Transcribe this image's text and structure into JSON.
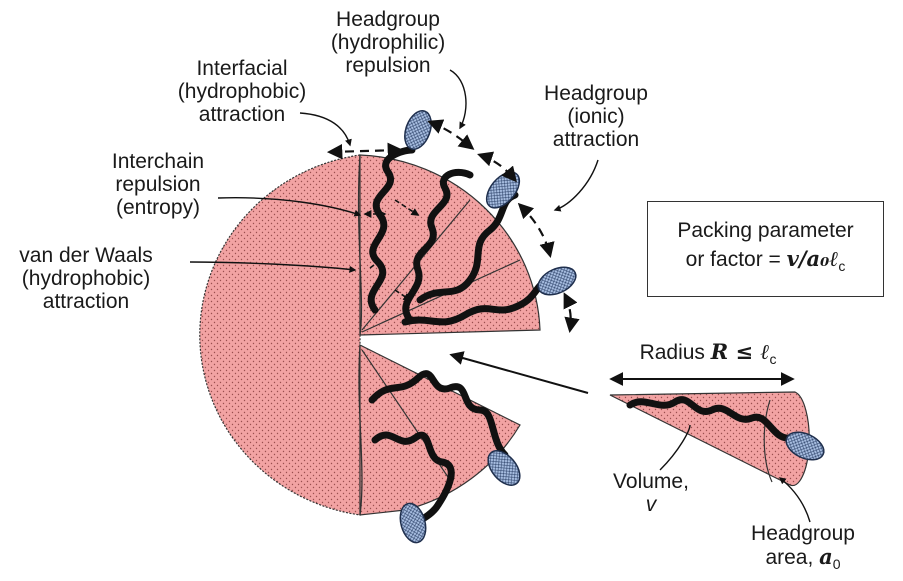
{
  "labels": {
    "headgroup_hydrophilic": [
      "Headgroup",
      "(hydrophilic)",
      "repulsion"
    ],
    "interfacial": [
      "Interfacial",
      "(hydrophobic)",
      "attraction"
    ],
    "headgroup_ionic": [
      "Headgroup",
      "(ionic)",
      "attraction"
    ],
    "interchain": [
      "Interchain",
      "repulsion",
      "(entropy)"
    ],
    "vdw": [
      "van der Waals",
      "(hydrophobic)",
      "attraction"
    ],
    "packing": {
      "line1": "Packing parameter",
      "line2_prefix": "or factor =",
      "line2_formula": "v/a₀ℓ",
      "line2_sub": "c"
    },
    "radius": {
      "prefix": "Radius",
      "formula": "R ≤ ℓ",
      "sub": "c"
    },
    "volume": [
      "Volume,",
      "v"
    ],
    "headgroup_area": {
      "line1": "Headgroup",
      "line2_prefix": "area,",
      "line2_sym": "a",
      "line2_sub": "0"
    }
  },
  "colors": {
    "micelle_fill": "#f2a3a3",
    "chain": "#111111",
    "headgroup_fill": "#9bb3d9",
    "headgroup_stroke": "#1f2f4d"
  }
}
